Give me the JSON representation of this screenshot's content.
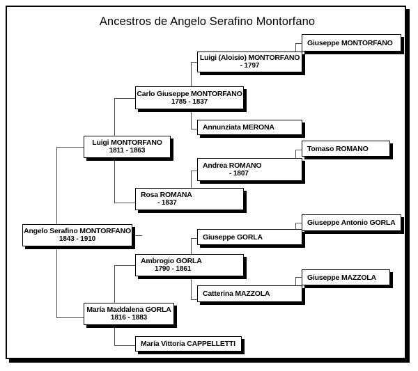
{
  "chart": {
    "title": "Ancestros de Angelo Serafino Montorfano",
    "type": "genealogy-ancestor-tree",
    "generations": 4,
    "frame_color": "#000000",
    "line_color": "#4d4d4d",
    "box_background": "#ffffff"
  },
  "people": {
    "p1": {
      "name": "Angelo Serafino MONTORFANO",
      "dates": "1843 - 1910"
    },
    "p2": {
      "name": "Luigi MONTORFANO",
      "dates": "1811 - 1863"
    },
    "p3": {
      "name": "María Maddalena GORLA",
      "dates": "1816 - 1883"
    },
    "p4": {
      "name": "Carlo Giuseppe MONTORFANO",
      "dates": "1785 - 1837"
    },
    "p5": {
      "name": "Rosa ROMANA",
      "dates": "- 1837"
    },
    "p6": {
      "name": "Ambrogio GORLA",
      "dates": "1790 - 1861"
    },
    "p7": {
      "name": "María Vittoria CAPPELLETTI",
      "dates": ""
    },
    "p8": {
      "name": "Luigi (Aloisio) MONTORFANO",
      "dates": "- 1797"
    },
    "p9": {
      "name": "Annunziata MERONA",
      "dates": ""
    },
    "p10": {
      "name": "Andrea ROMANO",
      "dates": "- 1807"
    },
    "p11": {
      "name": "Giuseppe GORLA",
      "dates": ""
    },
    "p12": {
      "name": "Catterina MAZZOLA",
      "dates": ""
    },
    "p13": {
      "name": "Giuseppe MONTORFANO",
      "dates": ""
    },
    "p14": {
      "name": "Tomaso ROMANO",
      "dates": ""
    },
    "p15": {
      "name": "Giuseppe Antonio GORLA",
      "dates": ""
    },
    "p16": {
      "name": "Giuseppe MAZZOLA",
      "dates": ""
    }
  }
}
